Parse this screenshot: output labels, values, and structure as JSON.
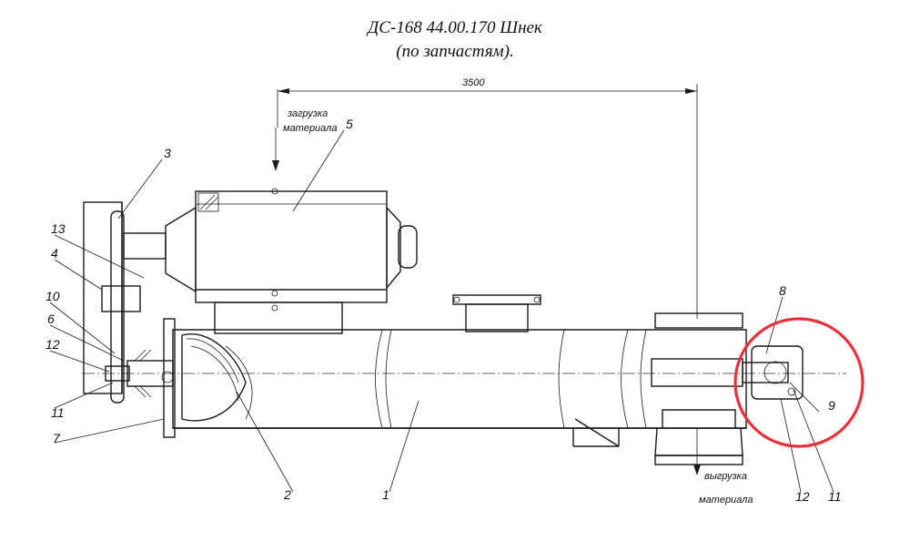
{
  "title": {
    "line1": "ДС-168 44.00.170 Шнек",
    "line2": "(по запчастям)."
  },
  "dimension": "3500",
  "annotations": {
    "load_line1": "загрузка",
    "load_line2": "материала",
    "unload_line1": "выгрузка",
    "unload_line2": "материала"
  },
  "parts": {
    "p1": "1",
    "p2": "2",
    "p3": "3",
    "p4": "4",
    "p5": "5",
    "p6": "6",
    "p7": "7",
    "p8": "8",
    "p9": "9",
    "p10": "10",
    "p11": "11",
    "p11r": "11",
    "p12": "12",
    "p12r": "12",
    "p13": "13"
  },
  "highlight_color": "#e8323a"
}
